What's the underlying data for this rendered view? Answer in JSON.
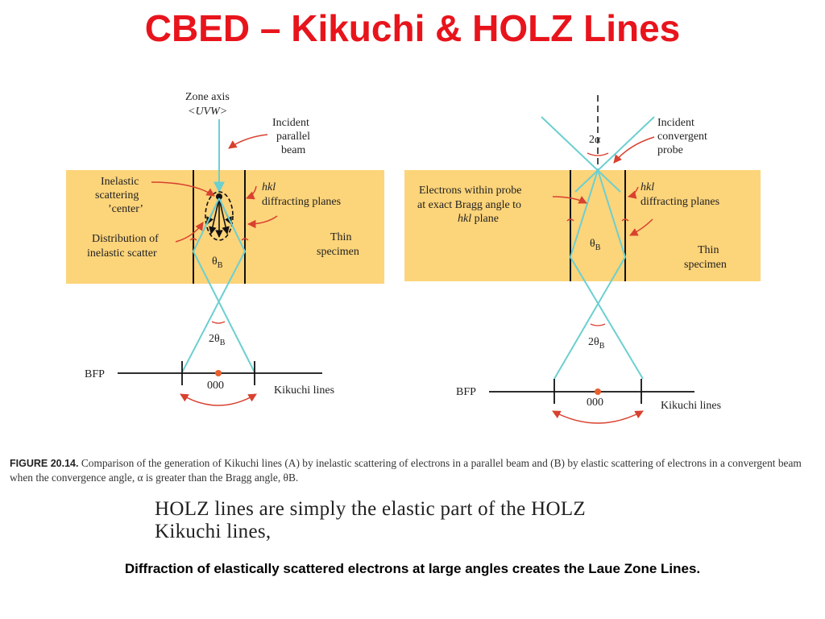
{
  "slide": {
    "title": "CBED – Kikuchi & HOLZ Lines",
    "bottom_text": "Diffraction of elastically scattered electrons at large angles creates the Laue Zone Lines."
  },
  "colors": {
    "title": "#e8141c",
    "specimen": "#fcd47a",
    "beam": "#6ccfd0",
    "arrow": "#d8412f"
  },
  "figure": {
    "left": {
      "zone_axis_1": "Zone axis",
      "zone_axis_2": "<UVW>",
      "incident_1": "Incident",
      "incident_2": "parallel",
      "incident_3": "beam",
      "inelastic_1": "Inelastic",
      "inelastic_2": "scattering",
      "inelastic_3": "’center’",
      "distribution_1": "Distribution of",
      "distribution_2": "inelastic scatter",
      "hkl": "hkl",
      "diffracting_planes": "diffracting planes",
      "thin": "Thin",
      "specimen": "specimen",
      "theta": "θ",
      "theta_sub": "B",
      "two_theta": "2θ",
      "two_theta_sub": "B",
      "bfp": "BFP",
      "origin": "000",
      "kikuchi": "Kikuchi lines"
    },
    "right": {
      "alpha": "2α",
      "incident_1": "Incident",
      "incident_2": "convergent",
      "incident_3": "probe",
      "electrons_1": "Electrons within probe",
      "electrons_2": "at exact Bragg angle to",
      "electrons_3a": "hkl",
      "electrons_3b": " plane",
      "hkl": "hkl",
      "diffracting_planes": "diffracting planes",
      "thin": "Thin",
      "specimen": "specimen",
      "theta": "θ",
      "theta_sub": "B",
      "two_theta": "2θ",
      "two_theta_sub": "B",
      "bfp": "BFP",
      "origin": "000",
      "kikuchi": "Kikuchi lines"
    }
  },
  "caption": {
    "label": "FIGURE 20.14.",
    "text": "Comparison of the generation of Kikuchi lines (A) by inelastic scattering of electrons in a parallel beam and (B) by elastic scattering of electrons in a convergent beam when the convergence angle, α is greater than the Bragg angle, θB."
  },
  "holz_text": {
    "line1": "HOLZ lines are simply the elastic part of the HOLZ",
    "line2": "Kikuchi lines,"
  }
}
